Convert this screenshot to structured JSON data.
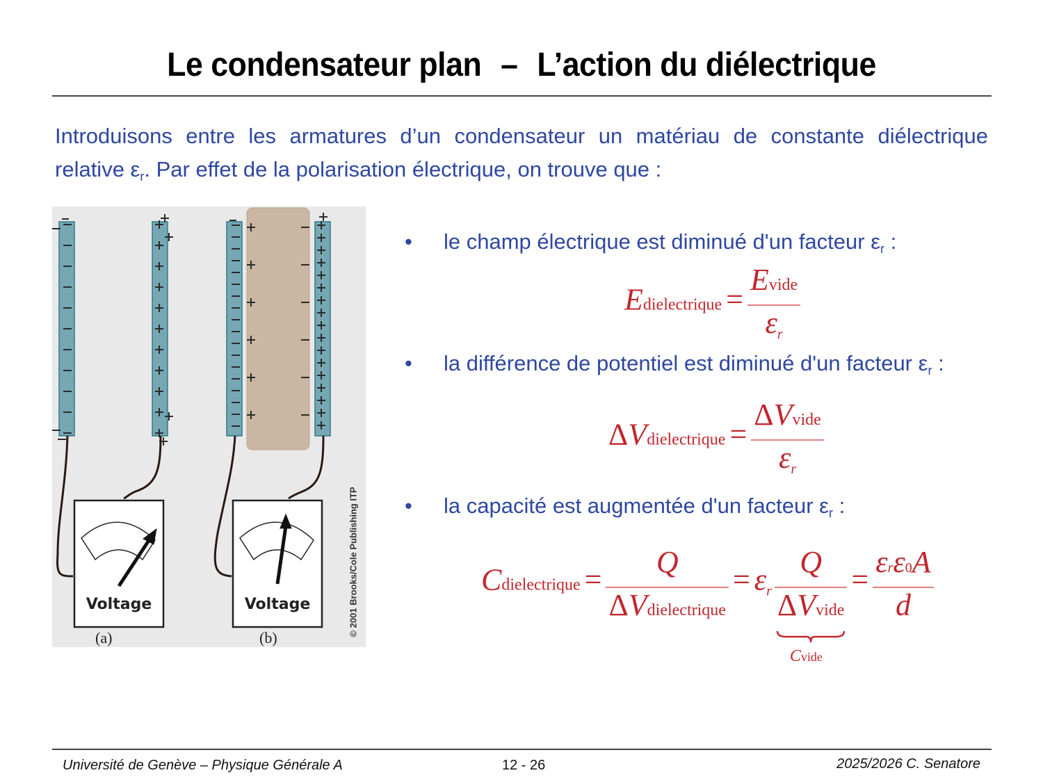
{
  "slide": {
    "title_left": "Le condensateur plan",
    "title_sep": "–",
    "title_right": "L’action du diélectrique",
    "intro_line1": "Introduisons entre les armatures d’un condensateur un matériau de constante diélectrique",
    "intro_line2_a": "relative ε",
    "intro_line2_sub": "r",
    "intro_line2_b": ". Par effet de la polarisation électrique, on trouve que :"
  },
  "figure": {
    "panel_a_label": "(a)",
    "panel_b_label": "(b)",
    "meter_label": "Voltage",
    "copyright": "© 2001 Brooks/Cole Publishing ITP",
    "colors": {
      "background": "#e9e9e9",
      "plate": "#76a7b3",
      "plate_border": "#2f7a8a",
      "dielectric": "#cbb6a4",
      "wire": "#2a1a14"
    }
  },
  "bullets": [
    {
      "symbol": "•",
      "text": "le champ électrique est diminué d'un facteur ε",
      "sub": "r",
      "tail": " :"
    },
    {
      "symbol": "•",
      "text": "la différence de potentiel est diminué d'un facteur ε",
      "sub": "r",
      "tail": " :"
    },
    {
      "symbol": "•",
      "text": "la capacité est augmentée d'un facteur ε",
      "sub": "r",
      "tail": " :"
    }
  ],
  "equations": {
    "e_field": {
      "lhs": "E",
      "lhs_sub": "dielectrique",
      "eq": "=",
      "num": "E",
      "num_sub": "vide",
      "den": "ε",
      "den_sub": "r"
    },
    "potential": {
      "lhs_delta": "Δ",
      "lhs": "V",
      "lhs_sub": "dielectrique",
      "eq": "=",
      "num_delta": "Δ",
      "num": "V",
      "num_sub": "vide",
      "den": "ε",
      "den_sub": "r"
    },
    "capacity": {
      "lhs": "C",
      "lhs_sub": "dielectrique",
      "eq": "=",
      "f1_num": "Q",
      "f1_den_delta": "Δ",
      "f1_den": "V",
      "f1_den_sub": "dielectrique",
      "mult": "ε",
      "mult_sub": "r",
      "f2_num": "Q",
      "f2_den_delta": "Δ",
      "f2_den": "V",
      "f2_den_sub": "vide",
      "brace_label": "C",
      "brace_label_sub": "vide",
      "f3_num_a": "ε",
      "f3_num_a_sub": "r",
      "f3_num_b": "ε",
      "f3_num_b_sub": "0",
      "f3_num_c": "A",
      "f3_den": "d"
    }
  },
  "footer": {
    "left": "Université de Genève – Physique Générale A",
    "center": "12 - 26",
    "right": "2025/2026  C. Senatore"
  },
  "colors": {
    "body_text": "#2e47a0",
    "equation": "#c0272d",
    "rule": "#444444"
  }
}
